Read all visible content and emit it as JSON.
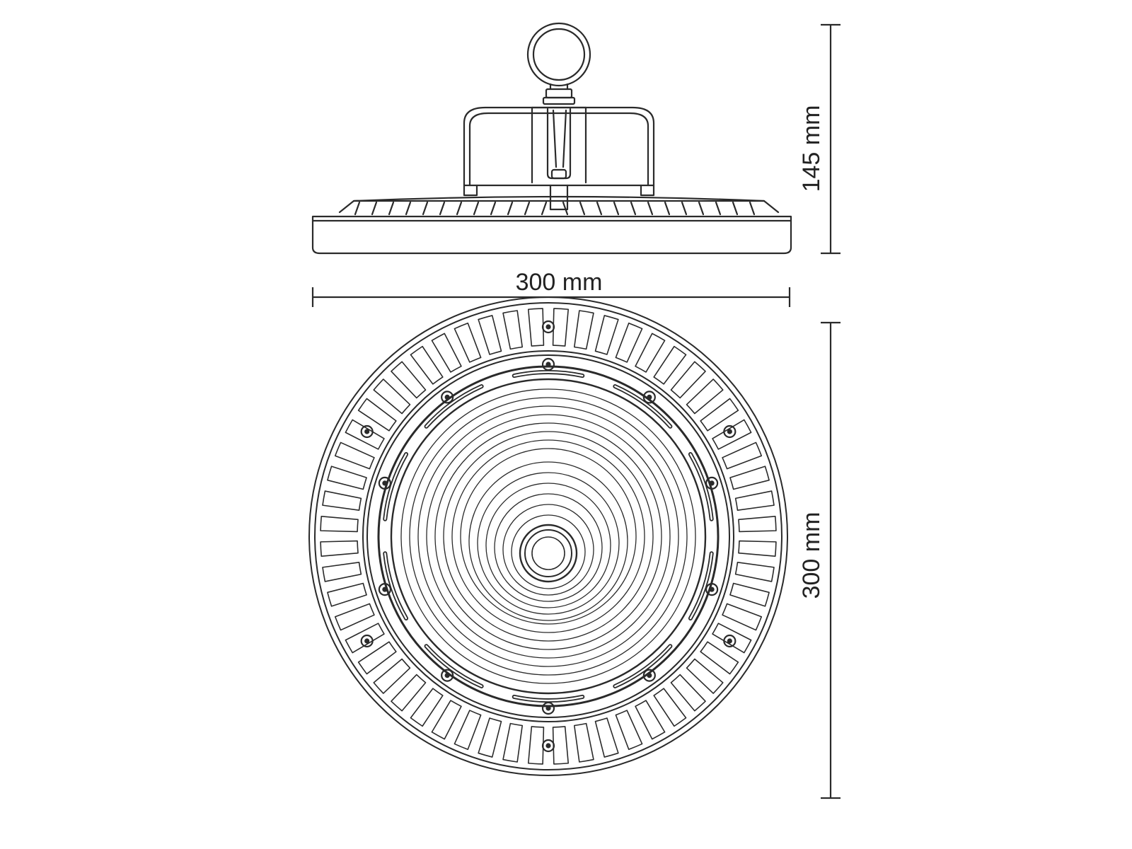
{
  "dimensions": {
    "side_height_label": "145 mm",
    "side_width_label": "300 mm",
    "bottom_height_label": "300 mm"
  },
  "colors": {
    "line": "#2a2a2a",
    "background": "#ffffff"
  }
}
